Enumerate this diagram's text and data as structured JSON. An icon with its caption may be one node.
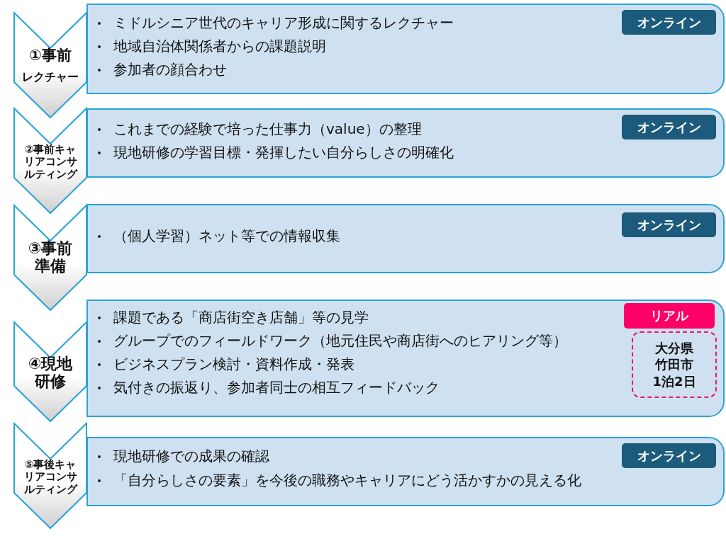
{
  "diagram": {
    "nodes": [
      {
        "text": [
          "①事前",
          "レクチャー"
        ]
      },
      {
        "text": [
          "ミドルシニア世代のキャリア形成に関するレクチャー",
          "地域自治体関係者からの課題説明",
          "参加者の顔合わせ"
        ]
      },
      {
        "text": [
          "オンライン"
        ],
        "in": 1
      },
      {
        "text": [
          "②事前キャリアコンサルティング"
        ]
      },
      {
        "text": [
          "これまでの経験で培った仕事力（value）の整理",
          "現地研修の学習目標・発揮したい自分らしさの明確化"
        ]
      },
      {
        "text": [
          "オンライン"
        ],
        "in": 4
      },
      {
        "text": [
          "③事前準備"
        ]
      },
      {
        "text": [
          "（個人学習）ネット等での情報収集"
        ]
      },
      {
        "text": [
          "オンライン"
        ],
        "in": 7
      },
      {
        "text": [
          "④現地研修"
        ]
      },
      {
        "text": [
          "課題である「商店街空き店舗」等の見学",
          "グループでのフィールドワーク（地元住民や商店街へのヒアリング等）",
          "ビジネスプラン検討・資料作成・発表",
          "気付きの振返り、参加者同士の相互フィードバック"
        ]
      },
      {
        "text": [
          "リアル"
        ],
        "in": 10
      },
      {
        "text": [
          "大分県竹田市1泊2日"
        ],
        "in": 10
      },
      {
        "text": [
          "⑤事後キャリアコンサルティング"
        ]
      },
      {
        "text": [
          "現地研修での成果の確認",
          "「自分らしさの要素」を今後の職務やキャリアにどう活かすかの見える化"
        ]
      },
      {
        "text": [
          "オンライン"
        ],
        "in": 14
      }
    ]
  }
}
